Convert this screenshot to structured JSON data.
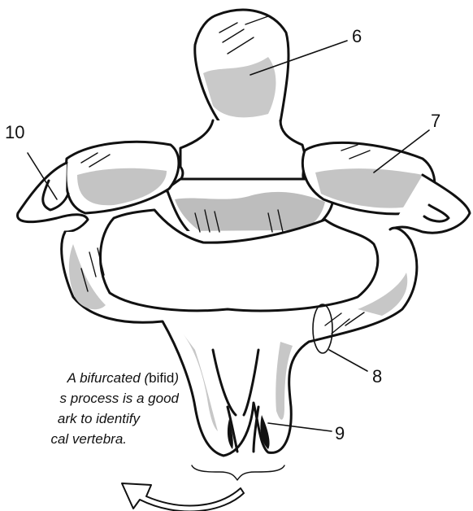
{
  "labels": {
    "l6": "6",
    "l7": "7",
    "l8": "8",
    "l9": "9",
    "l10": "10"
  },
  "caption": {
    "line1_a": "A bifurcated (",
    "line1_b": "bifid",
    "line1_c": ")",
    "line2": "s process is a good",
    "line3": "ark to identify",
    "line4": "cal vertebra."
  },
  "colors": {
    "stroke": "#111111",
    "shade": "#b8b8b8",
    "fill": "#ffffff"
  },
  "icons": {
    "rotation_arrow": "curved-arrow-icon"
  }
}
